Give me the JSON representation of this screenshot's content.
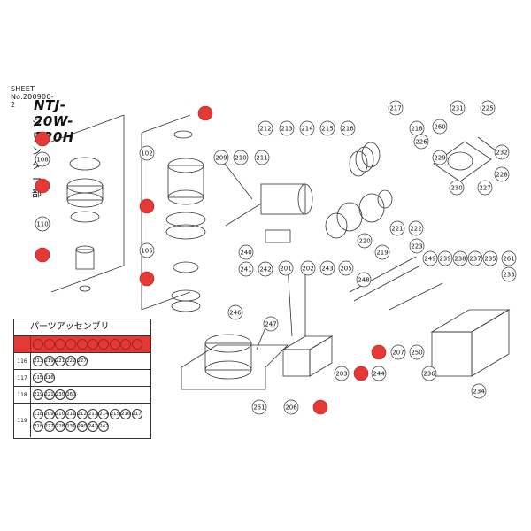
{
  "sheet_no": "SHEET No.200900-2",
  "title": "NTJ-20W-120H",
  "subtitle": "シリンダー部",
  "parts_table": {
    "header": "パーツアッセンブリ",
    "rows": [
      {
        "main": "",
        "subs": [
          "",
          "",
          "",
          "",
          "",
          "",
          "",
          "",
          "",
          ""
        ],
        "highlighted": true
      },
      {
        "main": "116",
        "subs": [
          "213",
          "219",
          "221",
          "222",
          "227"
        ],
        "highlighted": false
      },
      {
        "main": "117",
        "subs": [
          "115",
          "116"
        ],
        "highlighted": false
      },
      {
        "main": "118",
        "subs": [
          "219",
          "221",
          "230",
          "260"
        ],
        "highlighted": false
      },
      {
        "main": "119",
        "subs": [
          "118",
          "209",
          "210",
          "211",
          "212",
          "213",
          "214",
          "215",
          "216",
          "217",
          "218",
          "227",
          "228",
          "231",
          "240",
          "241",
          "242"
        ],
        "highlighted": false
      }
    ]
  },
  "part_labels": {
    "101": "",
    "108": "108",
    "109": "",
    "110": "110",
    "111": "",
    "102": "102",
    "103": "",
    "104": "",
    "105": "105",
    "106": "",
    "107": "",
    "209": "209",
    "210": "210",
    "211": "211",
    "212": "212",
    "213": "213",
    "214": "214",
    "215": "215",
    "216": "216",
    "217": "217",
    "218": "218",
    "219": "219",
    "220": "220",
    "221": "221",
    "222": "222",
    "223": "223",
    "225": "225",
    "226": "226",
    "227": "227",
    "228": "228",
    "229": "229",
    "230": "230",
    "231": "231",
    "232": "232",
    "233": "233",
    "234": "234",
    "235": "235",
    "236": "236",
    "237": "237",
    "238": "238",
    "239": "239",
    "240": "240",
    "241": "241",
    "242": "242",
    "243": "243",
    "244": "244",
    "245": "",
    "246": "246",
    "247": "247",
    "248": "248",
    "249": "249",
    "250": "250",
    "251": "251",
    "201": "201",
    "202": "202",
    "203": "203",
    "204": "",
    "205": "205",
    "206": "206",
    "207": "207",
    "208": "",
    "260": "260",
    "261": "261"
  },
  "colors": {
    "highlight": "#e53935",
    "line": "#333333"
  }
}
